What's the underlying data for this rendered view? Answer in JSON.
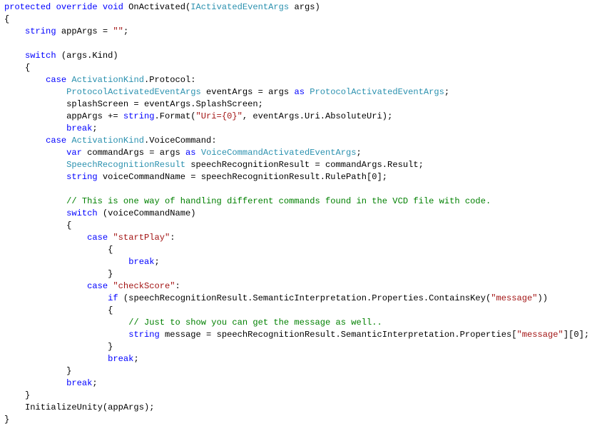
{
  "colors": {
    "keyword": "#0000ff",
    "type": "#2b91af",
    "string": "#a31515",
    "comment": "#008000",
    "plain": "#000000"
  },
  "code_lines": [
    [
      [
        "protected override void",
        "k"
      ],
      [
        " OnActivated(",
        ""
      ],
      [
        "IActivatedEventArgs",
        "t"
      ],
      [
        " args)",
        ""
      ]
    ],
    [
      [
        "{",
        ""
      ]
    ],
    [
      [
        "    ",
        ""
      ],
      [
        "string",
        "k"
      ],
      [
        " appArgs = ",
        ""
      ],
      [
        "\"\"",
        "s"
      ],
      [
        ";",
        ""
      ]
    ],
    [],
    [
      [
        "    ",
        ""
      ],
      [
        "switch",
        "k"
      ],
      [
        " (args.Kind)",
        ""
      ]
    ],
    [
      [
        "    {",
        ""
      ]
    ],
    [
      [
        "        ",
        ""
      ],
      [
        "case",
        "k"
      ],
      [
        " ",
        ""
      ],
      [
        "ActivationKind",
        "t"
      ],
      [
        ".Protocol:",
        ""
      ]
    ],
    [
      [
        "            ",
        ""
      ],
      [
        "ProtocolActivatedEventArgs",
        "t"
      ],
      [
        " eventArgs = args ",
        ""
      ],
      [
        "as",
        "k"
      ],
      [
        " ",
        ""
      ],
      [
        "ProtocolActivatedEventArgs",
        "t"
      ],
      [
        ";",
        ""
      ]
    ],
    [
      [
        "            splashScreen = eventArgs.SplashScreen;",
        ""
      ]
    ],
    [
      [
        "            appArgs += ",
        ""
      ],
      [
        "string",
        "k"
      ],
      [
        ".Format(",
        ""
      ],
      [
        "\"Uri={0}\"",
        "s"
      ],
      [
        ", eventArgs.Uri.AbsoluteUri);",
        ""
      ]
    ],
    [
      [
        "            ",
        ""
      ],
      [
        "break",
        "k"
      ],
      [
        ";",
        ""
      ]
    ],
    [
      [
        "        ",
        ""
      ],
      [
        "case",
        "k"
      ],
      [
        " ",
        ""
      ],
      [
        "ActivationKind",
        "t"
      ],
      [
        ".VoiceCommand:",
        ""
      ]
    ],
    [
      [
        "            ",
        ""
      ],
      [
        "var",
        "k"
      ],
      [
        " commandArgs = args ",
        ""
      ],
      [
        "as",
        "k"
      ],
      [
        " ",
        ""
      ],
      [
        "VoiceCommandActivatedEventArgs",
        "t"
      ],
      [
        ";",
        ""
      ]
    ],
    [
      [
        "            ",
        ""
      ],
      [
        "SpeechRecognitionResult",
        "t"
      ],
      [
        " speechRecognitionResult = commandArgs.Result;",
        ""
      ]
    ],
    [
      [
        "            ",
        ""
      ],
      [
        "string",
        "k"
      ],
      [
        " voiceCommandName = speechRecognitionResult.RulePath[0];",
        ""
      ]
    ],
    [],
    [
      [
        "            ",
        ""
      ],
      [
        "// This is one way of handling different commands found in the VCD file with code.",
        "c"
      ]
    ],
    [
      [
        "            ",
        ""
      ],
      [
        "switch",
        "k"
      ],
      [
        " (voiceCommandName)",
        ""
      ]
    ],
    [
      [
        "            {",
        ""
      ]
    ],
    [
      [
        "                ",
        ""
      ],
      [
        "case",
        "k"
      ],
      [
        " ",
        ""
      ],
      [
        "\"startPlay\"",
        "s"
      ],
      [
        ":",
        ""
      ]
    ],
    [
      [
        "                    {",
        ""
      ]
    ],
    [
      [
        "                        ",
        ""
      ],
      [
        "break",
        "k"
      ],
      [
        ";",
        ""
      ]
    ],
    [
      [
        "                    }",
        ""
      ]
    ],
    [
      [
        "                ",
        ""
      ],
      [
        "case",
        "k"
      ],
      [
        " ",
        ""
      ],
      [
        "\"checkScore\"",
        "s"
      ],
      [
        ":",
        ""
      ]
    ],
    [
      [
        "                    ",
        ""
      ],
      [
        "if",
        "k"
      ],
      [
        " (speechRecognitionResult.SemanticInterpretation.Properties.ContainsKey(",
        ""
      ],
      [
        "\"message\"",
        "s"
      ],
      [
        "))",
        ""
      ]
    ],
    [
      [
        "                    {",
        ""
      ]
    ],
    [
      [
        "                        ",
        ""
      ],
      [
        "// Just to show you can get the message as well..",
        "c"
      ]
    ],
    [
      [
        "                        ",
        ""
      ],
      [
        "string",
        "k"
      ],
      [
        " message = speechRecognitionResult.SemanticInterpretation.Properties[",
        ""
      ],
      [
        "\"message\"",
        "s"
      ],
      [
        "][0];",
        ""
      ]
    ],
    [
      [
        "                    }",
        ""
      ]
    ],
    [
      [
        "                    ",
        ""
      ],
      [
        "break",
        "k"
      ],
      [
        ";",
        ""
      ]
    ],
    [
      [
        "            }",
        ""
      ]
    ],
    [
      [
        "            ",
        ""
      ],
      [
        "break",
        "k"
      ],
      [
        ";",
        ""
      ]
    ],
    [
      [
        "    }",
        ""
      ]
    ],
    [
      [
        "    InitializeUnity(appArgs);",
        ""
      ]
    ],
    [
      [
        "}",
        ""
      ]
    ]
  ]
}
